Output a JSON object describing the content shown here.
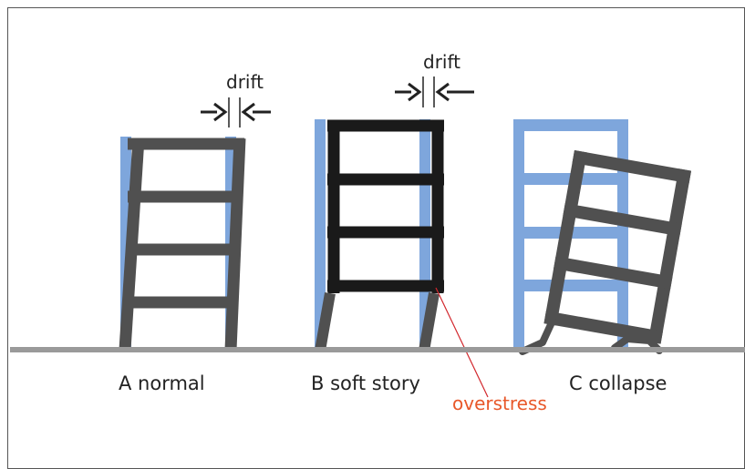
{
  "labels": {
    "a": "A normal",
    "b": "B soft story",
    "c": "C collapse",
    "drift": "drift",
    "overstress": "overstress"
  },
  "colors": {
    "original_frame": "#7ea6dc",
    "deformed_frame_normal": "#505050",
    "deformed_frame_soft": "#1a1a1a",
    "ground": "#9a9a9a",
    "overstress_text": "#e8582a",
    "overstress_line": "#d2282e"
  }
}
